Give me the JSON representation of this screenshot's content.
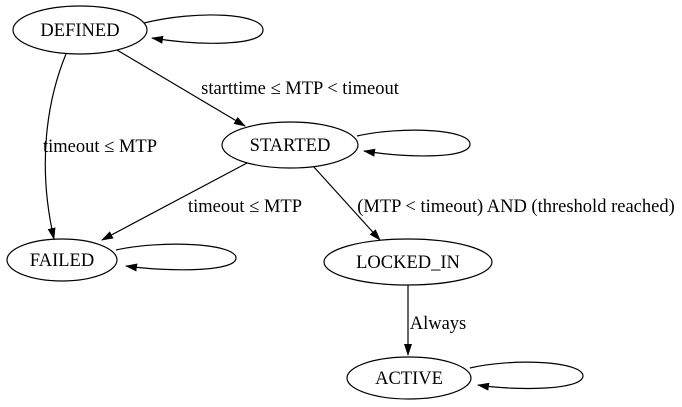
{
  "diagram": {
    "type": "state-machine",
    "background_color": "#ffffff",
    "line_color": "#000000",
    "nodes": [
      {
        "id": "defined",
        "label": "DEFINED",
        "shape": "ellipse",
        "has_self_loop": true
      },
      {
        "id": "started",
        "label": "STARTED",
        "shape": "ellipse",
        "has_self_loop": true
      },
      {
        "id": "failed",
        "label": "FAILED",
        "shape": "ellipse",
        "has_self_loop": true
      },
      {
        "id": "locked_in",
        "label": "LOCKED_IN",
        "shape": "ellipse",
        "has_self_loop": false
      },
      {
        "id": "active",
        "label": "ACTIVE",
        "shape": "ellipse",
        "has_self_loop": true
      }
    ],
    "edges": [
      {
        "from": "DEFINED",
        "to": "STARTED",
        "label": "starttime ≤ MTP < timeout"
      },
      {
        "from": "DEFINED",
        "to": "FAILED",
        "label": "timeout ≤ MTP"
      },
      {
        "from": "STARTED",
        "to": "FAILED",
        "label": "timeout ≤ MTP"
      },
      {
        "from": "STARTED",
        "to": "LOCKED_IN",
        "label": "(MTP < timeout) AND (threshold reached)"
      },
      {
        "from": "LOCKED_IN",
        "to": "ACTIVE",
        "label": "Always"
      },
      {
        "from": "DEFINED",
        "to": "DEFINED",
        "label": ""
      },
      {
        "from": "STARTED",
        "to": "STARTED",
        "label": ""
      },
      {
        "from": "FAILED",
        "to": "FAILED",
        "label": ""
      },
      {
        "from": "ACTIVE",
        "to": "ACTIVE",
        "label": ""
      }
    ]
  }
}
